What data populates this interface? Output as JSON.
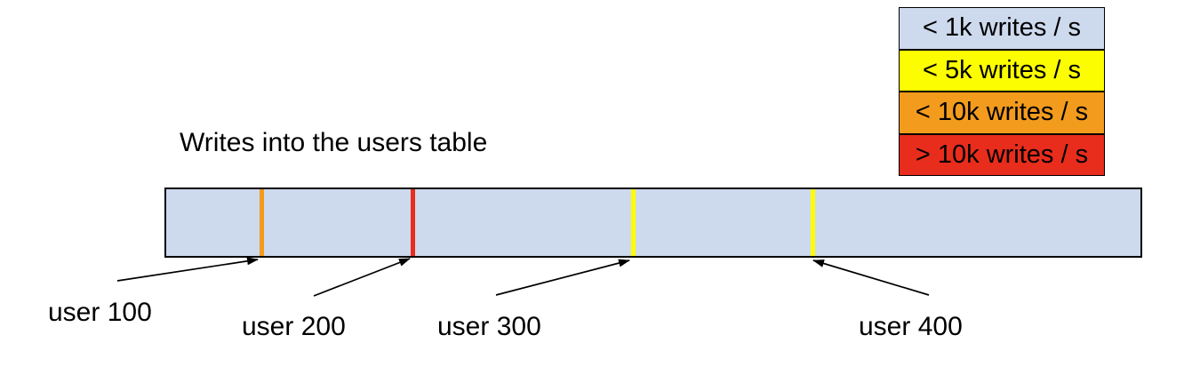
{
  "diagram": {
    "title": "Writes into the users table"
  },
  "legend": {
    "items": [
      {
        "label": "< 1k writes / s",
        "color": "#cdd9ed"
      },
      {
        "label": "< 5k writes / s",
        "color": "#fdfd02"
      },
      {
        "label": "< 10k writes / s",
        "color": "#f29b1d"
      },
      {
        "label": "> 10k writes / s",
        "color": "#e82d1c"
      }
    ]
  },
  "bar": {
    "fill": "#cdd9ed",
    "markers": [
      {
        "label": "user 100",
        "color": "#f29b1d"
      },
      {
        "label": "user 200",
        "color": "#e82d1c"
      },
      {
        "label": "user 300",
        "color": "#fdfd02"
      },
      {
        "label": "user 400",
        "color": "#fdfd02"
      }
    ]
  }
}
